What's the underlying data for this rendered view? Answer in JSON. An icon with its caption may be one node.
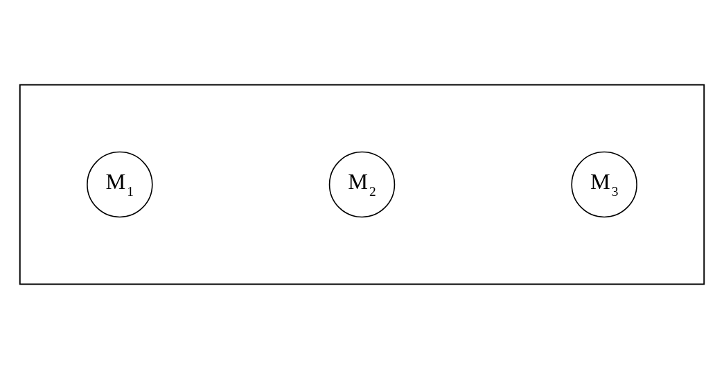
{
  "diagram": {
    "nodes": [
      {
        "text": [],
        "shape": "box"
      },
      {
        "text": [
          "M$_{1}$"
        ],
        "in": 0
      },
      {
        "text": [
          "M$_{2}$"
        ],
        "in": 0
      },
      {
        "text": [
          "M$_{3}$"
        ],
        "in": 0
      }
    ],
    "edges": []
  }
}
